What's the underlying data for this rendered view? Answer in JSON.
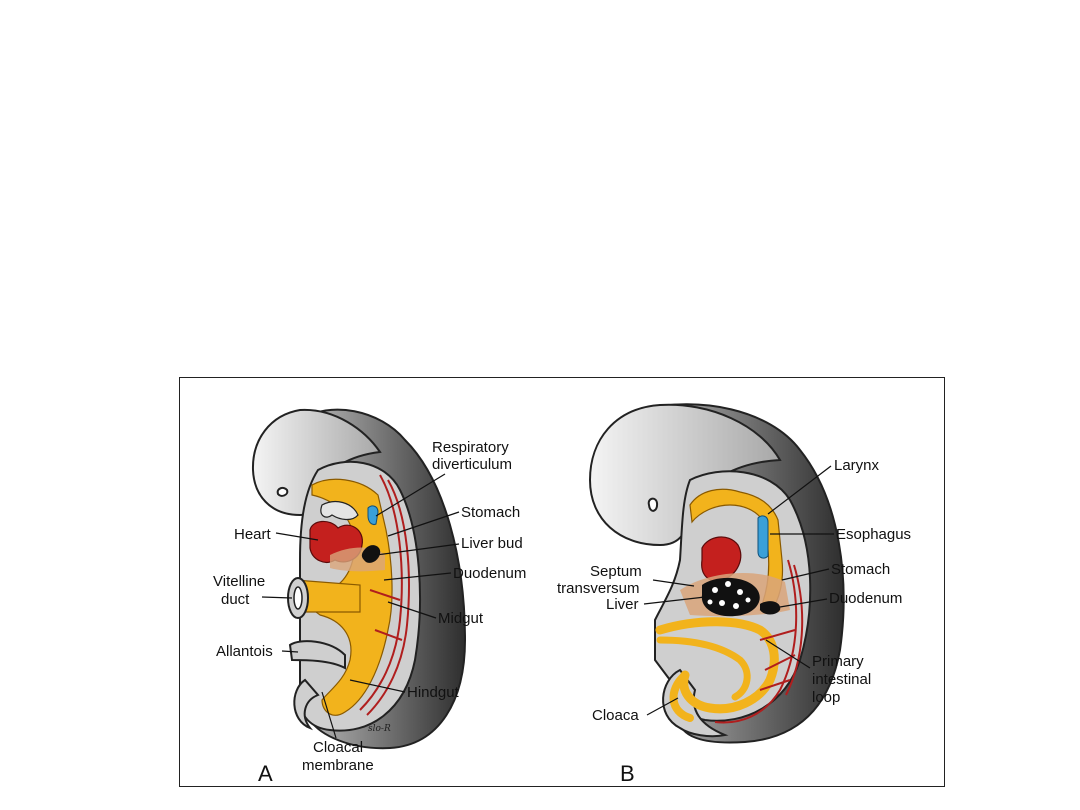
{
  "panels": {
    "a": {
      "letter": "A",
      "labels": {
        "respiratory": [
          "Respiratory",
          "diverticulum"
        ],
        "stomach": "Stomach",
        "heart": "Heart",
        "liver_bud": "Liver bud",
        "duodenum": "Duodenum",
        "vitelline": [
          "Vitelline",
          "duct"
        ],
        "midgut": "Midgut",
        "allantois": "Allantois",
        "hindgut": "Hindgut",
        "cloacal": [
          "Cloacal",
          "membrane"
        ]
      }
    },
    "b": {
      "letter": "B",
      "labels": {
        "larynx": "Larynx",
        "esophagus": "Esophagus",
        "septum": [
          "Septum",
          "transversum"
        ],
        "stomach": "Stomach",
        "liver": "Liver",
        "duodenum": "Duodenum",
        "primary_loop": [
          "Primary",
          "intestinal",
          "loop"
        ],
        "cloaca": "Cloaca"
      }
    }
  },
  "colors": {
    "gut": "#f2b31c",
    "heart": "#c4201e",
    "vessel": "#b01e1e",
    "respiratory": "#3aa0d8",
    "mesenchyme": "#d9a57a",
    "body_dark": "#4a4a4a",
    "body_light": "#d6d6d6"
  }
}
